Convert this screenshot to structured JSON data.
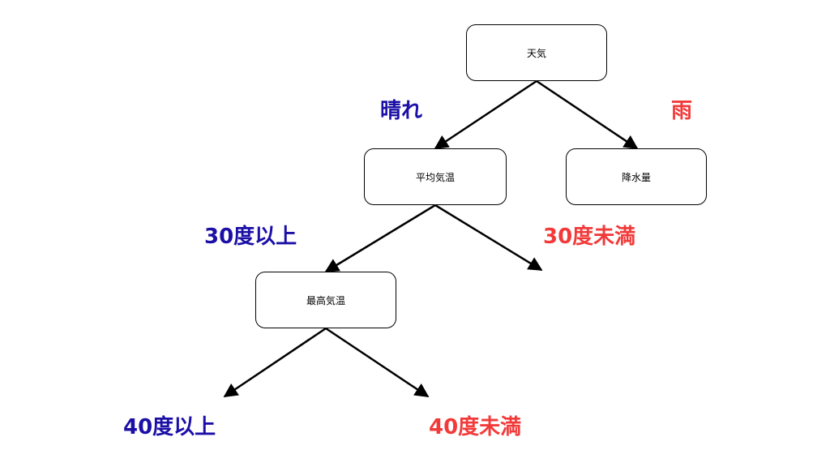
{
  "colors": {
    "left_branch": "#1b0fa6",
    "right_branch": "#f23a3a",
    "line": "#000000"
  },
  "nodes": {
    "root": "天気",
    "avg_temp": "平均気温",
    "rainfall": "降水量",
    "max_temp": "最高気温"
  },
  "labels": {
    "sunny": "晴れ",
    "rain": "雨",
    "avg_over_30": "30度以上",
    "avg_under_30": "30度未満",
    "max_over_40": "40度以上",
    "max_under_40": "40度未満"
  }
}
